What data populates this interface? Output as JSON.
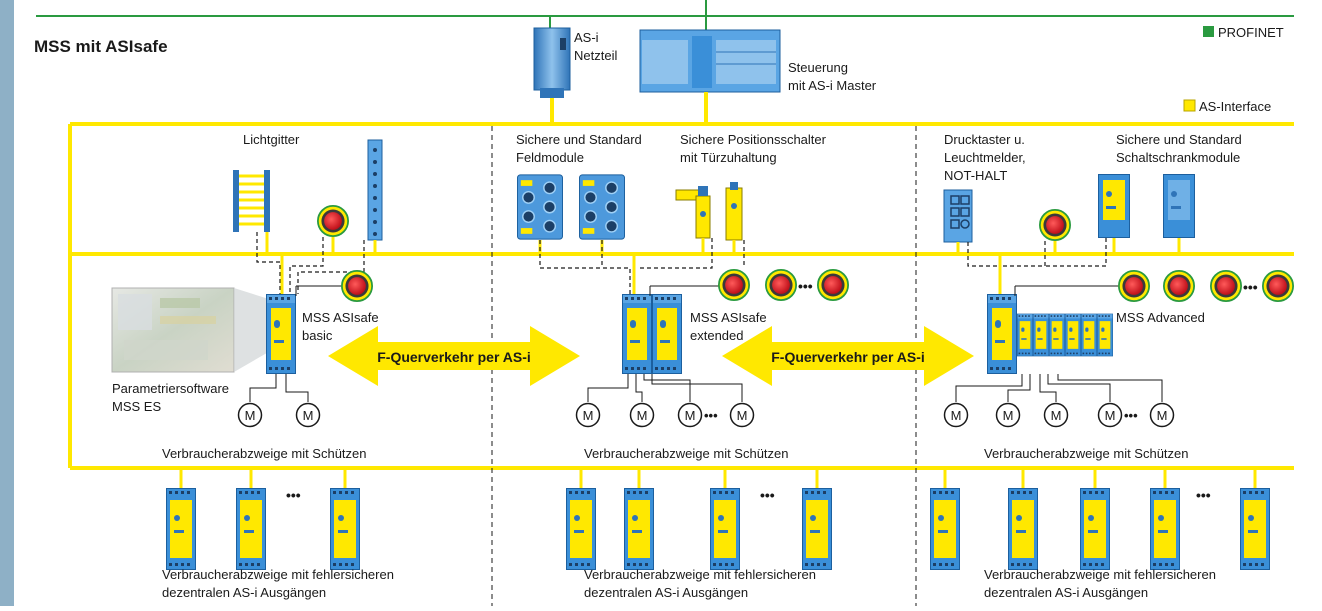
{
  "title": "MSS mit ASIsafe",
  "legend": {
    "profinet": "PROFINET",
    "asi": "AS-Interface"
  },
  "top": {
    "psu_line1": "AS-i",
    "psu_line2": "Netzteil",
    "ctrl_line1": "Steuerung",
    "ctrl_line2": "mit AS-i Master"
  },
  "field": {
    "lichtgitter": "Lichtgitter",
    "feldmodule_line1": "Sichere und Standard",
    "feldmodule_line2": "Feldmodule",
    "positionsschalter_line1": "Sichere Positionsschalter",
    "positionsschalter_line2": "mit Türzuhaltung",
    "drucktaster_line1": "Drucktaster u.",
    "drucktaster_line2": "Leuchtmelder,",
    "drucktaster_line3": "NOT-HALT",
    "schaltschrank_line1": "Sichere und Standard",
    "schaltschrank_line2": "Schaltschrankmodule"
  },
  "controllers": {
    "basic_line1": "MSS ASIsafe",
    "basic_line2": "basic",
    "extended_line1": "MSS ASIsafe",
    "extended_line2": "extended",
    "advanced": "MSS Advanced"
  },
  "software": {
    "line1": "Parametriersoftware",
    "line2": "MSS ES"
  },
  "arrows": {
    "label": "F-Querverkehr per AS-i"
  },
  "motor_symbol": "M",
  "ellipsis": "•••",
  "branches": {
    "label": "Verbraucherabzweige mit Schützen"
  },
  "outputs": {
    "line1": "Verbraucherabzweige mit fehlersicheren",
    "line2": "dezentralen AS-i Ausgängen"
  },
  "colors": {
    "asi_yellow": "#ffe800",
    "profinet_green": "#2a9a40",
    "device_blue": "#4d8fd0",
    "estop_red": "#d3202a",
    "text": "#1a1a1a",
    "left_edge": "#8eb0c6"
  }
}
